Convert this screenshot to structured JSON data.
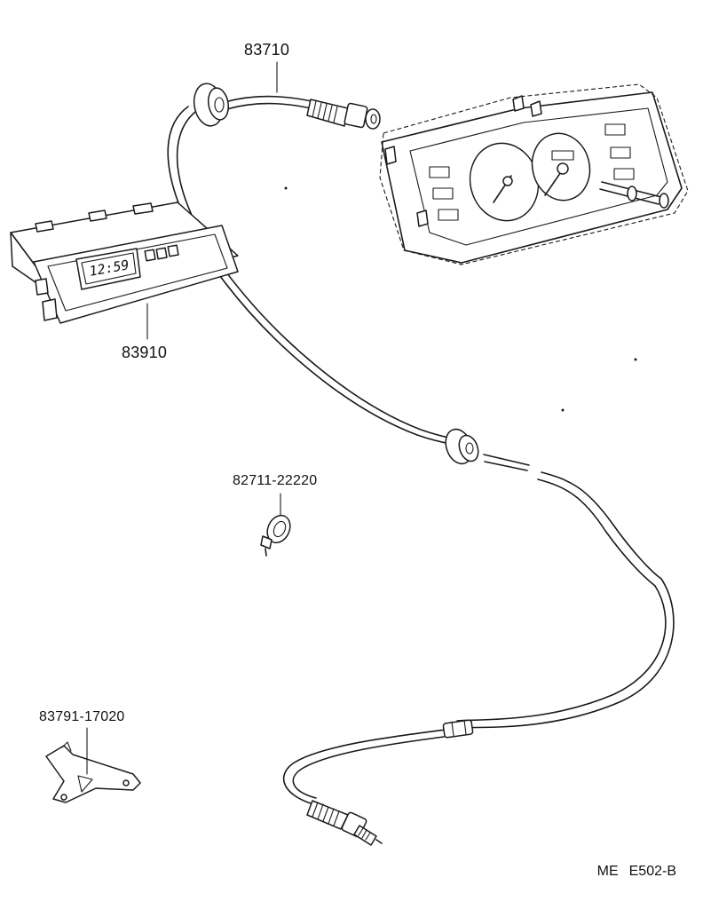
{
  "parts": {
    "speedometer_cable": "83710",
    "clock_assembly": "83910",
    "cable_clamp": "82711-22220",
    "cable_bracket": "83791-17020"
  },
  "clock_display": "12:59",
  "diagram_code": {
    "prefix": "ME",
    "code": "E502-B"
  }
}
